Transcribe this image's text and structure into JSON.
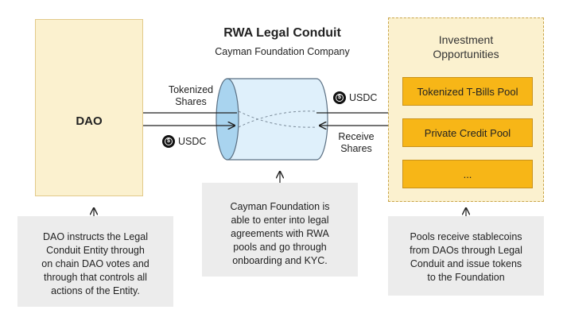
{
  "title": "RWA Legal Conduit",
  "subtitle": "Cayman Foundation Company",
  "dao": {
    "label": "DAO"
  },
  "flows": {
    "tokenized_shares": [
      "Tokenized",
      "Shares"
    ],
    "usdc_left": "USDC",
    "usdc_right": "USDC",
    "receive_shares": [
      "Receive",
      "Shares"
    ]
  },
  "investment": {
    "title": [
      "Investment",
      "Opportunities"
    ],
    "pools": [
      "Tokenized T-Bills Pool",
      "Private Credit Pool",
      "..."
    ]
  },
  "notes": {
    "dao": [
      "DAO instructs the Legal",
      "Conduit Entity through",
      "on chain DAO votes and",
      "through that controls all",
      "actions of the Entity."
    ],
    "conduit": [
      "Cayman Foundation is",
      "able to enter into legal",
      "agreements with RWA",
      "pools and go through",
      "onboarding and KYC."
    ],
    "pools": [
      "Pools receive stablecoins",
      "from DAOs through Legal",
      "Conduit and issue tokens",
      "to the Foundation"
    ]
  },
  "colors": {
    "dao_fill": "#fbf1cf",
    "pool_fill": "#f7b617",
    "cylinder_fill": "#dff0fb",
    "note_fill": "#ececec"
  },
  "icons": {
    "usdc": "usdc-coin-icon"
  }
}
